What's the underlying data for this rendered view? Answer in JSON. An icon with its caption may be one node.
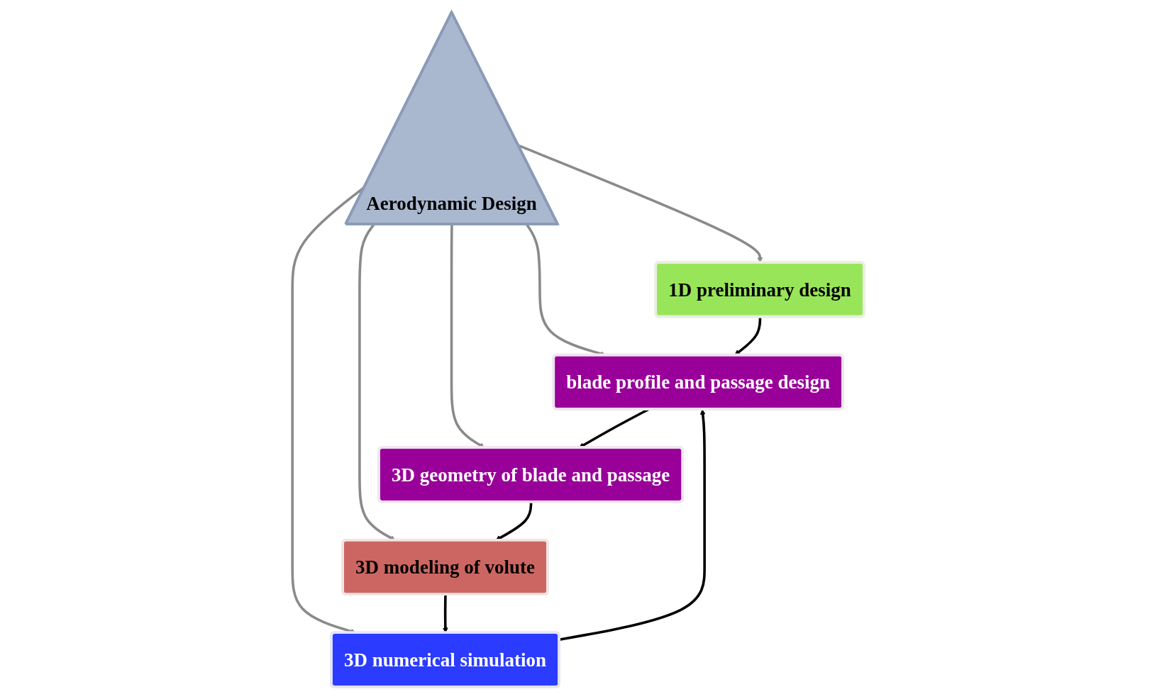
{
  "diagram": {
    "nodes": [
      {
        "text": [
          "Aerodynamic Design"
        ]
      },
      {
        "text": [
          "1D preliminary design"
        ]
      },
      {
        "text": [
          "blade profile and passage design"
        ]
      },
      {
        "text": [
          "3D geometry of blade and passage"
        ]
      },
      {
        "text": [
          "3D modeling of volute"
        ]
      },
      {
        "text": [
          "3D numerical simulation"
        ]
      }
    ],
    "edges": [
      {
        "from": 0,
        "to": 1,
        "arrow": "to",
        "color": "#8a8a8a"
      },
      {
        "from": 0,
        "to": 2,
        "arrow": "to",
        "color": "#8a8a8a"
      },
      {
        "from": 0,
        "to": 3,
        "arrow": "to",
        "color": "#8a8a8a"
      },
      {
        "from": 0,
        "to": 4,
        "arrow": "to",
        "color": "#8a8a8a"
      },
      {
        "from": 0,
        "to": 5,
        "arrow": "to",
        "color": "#8a8a8a"
      },
      {
        "from": 1,
        "to": 2,
        "arrow": "to",
        "color": "#000000"
      },
      {
        "from": 2,
        "to": 3,
        "arrow": "to",
        "color": "#000000"
      },
      {
        "from": 3,
        "to": 4,
        "arrow": "to",
        "color": "#000000"
      },
      {
        "from": 4,
        "to": 5,
        "arrow": "to",
        "color": "#000000"
      },
      {
        "from": 5,
        "to": 2,
        "arrow": "to",
        "color": "#000000"
      }
    ]
  }
}
